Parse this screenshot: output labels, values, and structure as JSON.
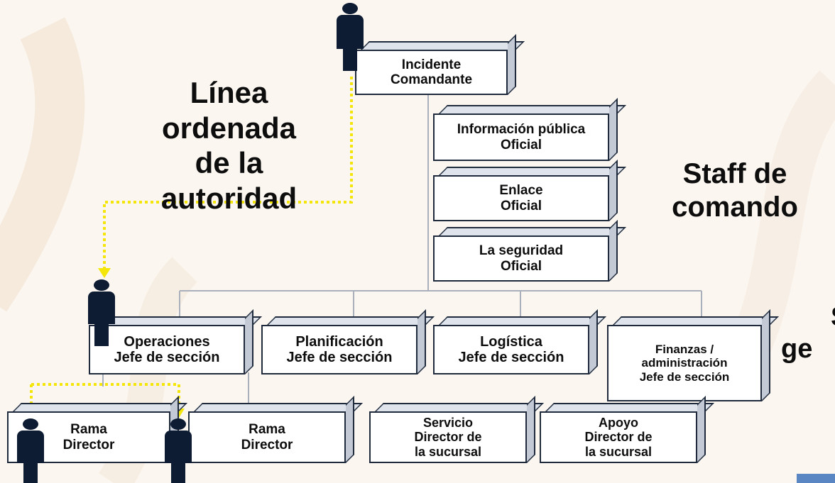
{
  "commander": {
    "line1": "Incidente",
    "line2": "Comandante"
  },
  "command_staff": [
    {
      "line1": "Información pública",
      "line2": "Oficial"
    },
    {
      "line1": "Enlace",
      "line2": "Oficial"
    },
    {
      "line1": "La seguridad",
      "line2": "Oficial"
    }
  ],
  "sections": [
    {
      "line1": "Operaciones",
      "line2": "Jefe de sección"
    },
    {
      "line1": "Planificación",
      "line2": "Jefe de sección"
    },
    {
      "line1": "Logística",
      "line2": "Jefe de sección"
    },
    {
      "line1": "Finanzas /",
      "line2": "administración",
      "line3": "Jefe de sección"
    }
  ],
  "branches": [
    {
      "line1": "Rama",
      "line2": "Director"
    },
    {
      "line1": "Rama",
      "line2": "Director"
    },
    {
      "line1": "Servicio",
      "line2": "Director de",
      "line3": "la sucursal"
    },
    {
      "line1": "Apoyo",
      "line2": "Director de",
      "line3": "la sucursal"
    }
  ],
  "left_caption": [
    "Línea",
    "ordenada",
    "de la",
    "autoridad"
  ],
  "right_caption": [
    "Staff de",
    "comando"
  ],
  "partial_caption": [
    "S",
    "ge"
  ],
  "colors": {
    "dotted_line": "#f5e60a",
    "person": "#0e1c33",
    "connector": "#a9b0bb"
  }
}
